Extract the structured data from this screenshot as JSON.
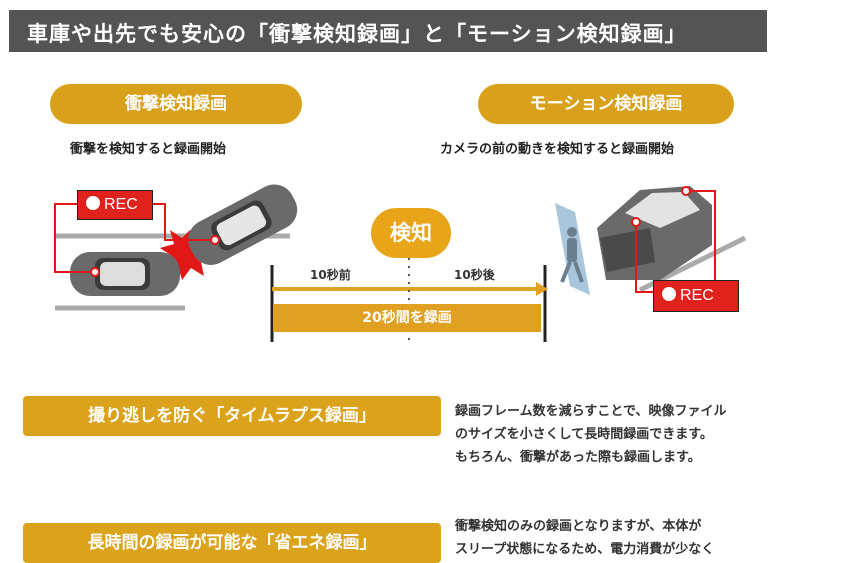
{
  "header": {
    "title": "車庫や出先でも安心の「衝撃検知録画」と「モーション検知録画」"
  },
  "impact": {
    "label": "衝撃検知録画",
    "subtitle": "衝撃を検知すると録画開始",
    "rec": "REC"
  },
  "motion": {
    "label": "モーション検知録画",
    "subtitle": "カメラの前の動きを検知すると録画開始",
    "rec": "REC"
  },
  "timeline": {
    "detect": "検知",
    "before": "10秒前",
    "after": "10秒後",
    "record": "20秒間を録画"
  },
  "timelapse": {
    "label": "撮り逃しを防ぐ「タイムラプス録画」",
    "desc": [
      "録画フレーム数を減らすことで、映像ファイル",
      "のサイズを小さくして長時間録画できます。",
      "もちろん、衝撃があった際も録画します。"
    ]
  },
  "eco": {
    "label": "長時間の録画が可能な「省エネ録画」",
    "desc": [
      "衝撃検知のみの録画となりますが、本体が",
      "スリープ状態になるため、電力消費が少なく"
    ]
  },
  "colors": {
    "header": "#545454",
    "accent": "#d9a01c",
    "rec": "#e0221c",
    "arrow": "#e0a022"
  }
}
